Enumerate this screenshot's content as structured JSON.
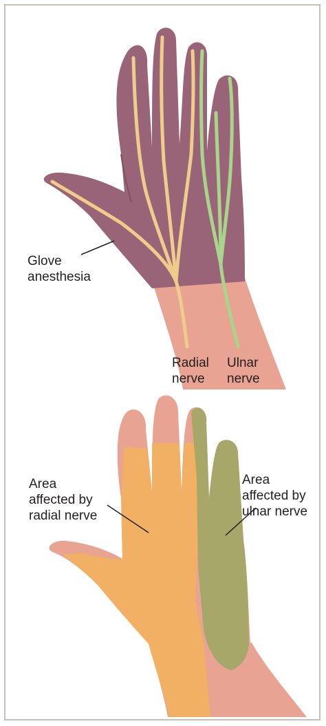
{
  "top_panel": {
    "labels": {
      "glove": "Glove\nanesthesia",
      "radial": "Radial\nnerve",
      "ulnar": "Ulnar\nnerve"
    }
  },
  "bottom_panel": {
    "labels": {
      "radial_area": "Area\naffected by\nradial nerve",
      "ulnar_area": "Area\naffected by\nulnar nerve"
    }
  },
  "colors": {
    "skin": "#e8a393",
    "glove": "#9a6478",
    "radial_nerve": "#f0cc8c",
    "ulnar_nerve": "#a8d48c",
    "radial_area": "#f2b35a",
    "ulnar_area": "#9aa860"
  }
}
